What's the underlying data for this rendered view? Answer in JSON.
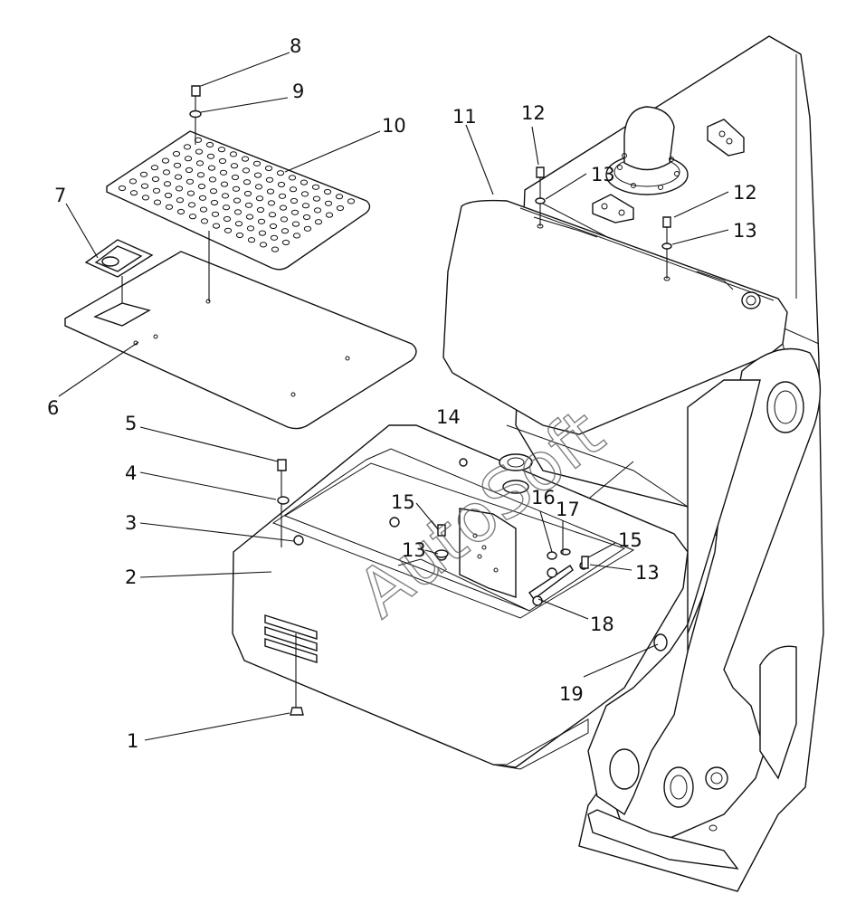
{
  "watermark": "AutoSoft",
  "callouts": [
    {
      "id": "c8",
      "text": "8"
    },
    {
      "id": "c9",
      "text": "9"
    },
    {
      "id": "c10",
      "text": "10"
    },
    {
      "id": "c7",
      "text": "7"
    },
    {
      "id": "c6",
      "text": "6"
    },
    {
      "id": "c11",
      "text": "11"
    },
    {
      "id": "c12a",
      "text": "12"
    },
    {
      "id": "c13a",
      "text": "13"
    },
    {
      "id": "c12b",
      "text": "12"
    },
    {
      "id": "c13b",
      "text": "13"
    },
    {
      "id": "c14",
      "text": "14"
    },
    {
      "id": "c5",
      "text": "5"
    },
    {
      "id": "c4",
      "text": "4"
    },
    {
      "id": "c3",
      "text": "3"
    },
    {
      "id": "c2",
      "text": "2"
    },
    {
      "id": "c15a",
      "text": "15"
    },
    {
      "id": "c16",
      "text": "16"
    },
    {
      "id": "c17",
      "text": "17"
    },
    {
      "id": "c15b",
      "text": "15"
    },
    {
      "id": "c13c",
      "text": "13"
    },
    {
      "id": "c13d",
      "text": "13"
    },
    {
      "id": "c18",
      "text": "18"
    },
    {
      "id": "c19",
      "text": "19"
    },
    {
      "id": "c1",
      "text": "1"
    }
  ]
}
